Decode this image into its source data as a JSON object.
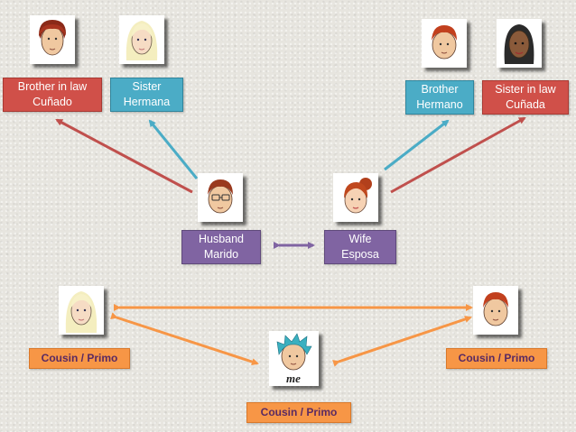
{
  "colors": {
    "red": "#d05049",
    "blue": "#4bacc6",
    "purple": "#8064a2",
    "orange": "#f79646",
    "cousin_text": "#5a2a62"
  },
  "people": {
    "brother_in_law_left": {
      "en": "Brother in law",
      "es": "Cuñado"
    },
    "sister_left": {
      "en": "Sister",
      "es": "Hermana"
    },
    "brother_right": {
      "en": "Brother",
      "es": "Hermano"
    },
    "sister_in_law_right": {
      "en": "Sister in law",
      "es": "Cuñada"
    },
    "husband": {
      "en": "Husband",
      "es": "Marido"
    },
    "wife": {
      "en": "Wife",
      "es": "Esposa"
    },
    "cousin_left": {
      "text": "Cousin / Primo"
    },
    "cousin_right": {
      "text": "Cousin / Primo"
    },
    "cousin_me": {
      "text": "Cousin / Primo",
      "portrait_text": "me"
    }
  }
}
